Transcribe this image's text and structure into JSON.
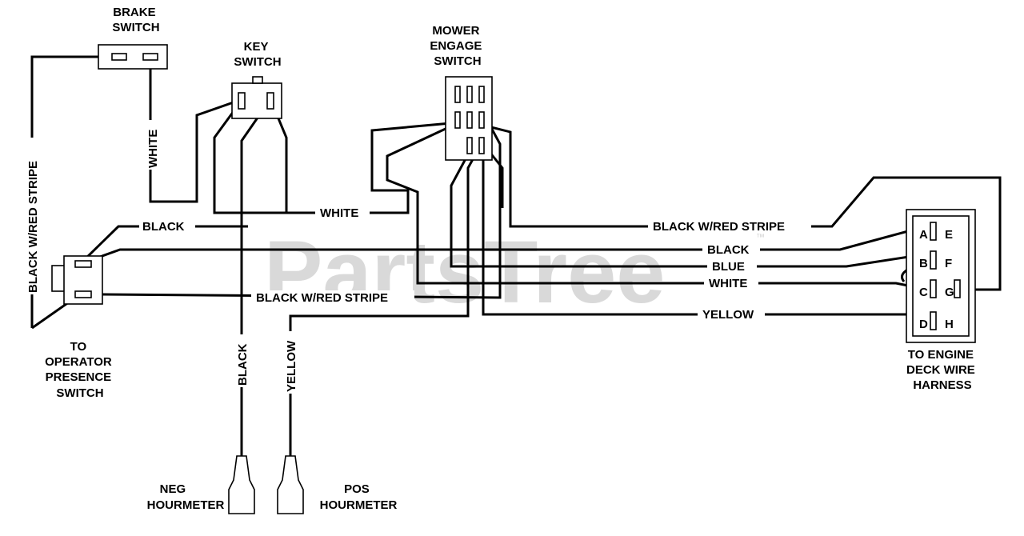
{
  "watermark": {
    "text": "PartsTree",
    "mark": "™"
  },
  "components": {
    "brake_switch": "BRAKE\nSWITCH",
    "key_switch": "KEY\nSWITCH",
    "mower_engage_switch": "MOWER\nENGAGE\nSWITCH",
    "operator_presence": "TO\nOPERATOR\nPRESENCE\nSWITCH",
    "engine_deck": "TO ENGINE\nDECK WIRE\nHARNESS",
    "neg_hourmeter": "NEG\nHOURMETER",
    "pos_hourmeter": "POS\nHOURMETER"
  },
  "connector_pins": {
    "left": [
      "A",
      "B",
      "C",
      "D"
    ],
    "right": [
      "E",
      "F",
      "G",
      "H"
    ]
  },
  "wire_labels": {
    "black_red_left_vertical": "BLACK W/RED STRIPE",
    "white_brake": "WHITE",
    "black_top": "BLACK",
    "white_mid": "WHITE",
    "black_red_right": "BLACK W/RED STRIPE",
    "black_deck": "BLACK",
    "blue_deck": "BLUE",
    "white_deck": "WHITE",
    "black_red_center": "BLACK W/RED STRIPE",
    "yellow_deck": "YELLOW",
    "black_neg_vertical": "BLACK",
    "yellow_pos_vertical": "YELLOW"
  }
}
